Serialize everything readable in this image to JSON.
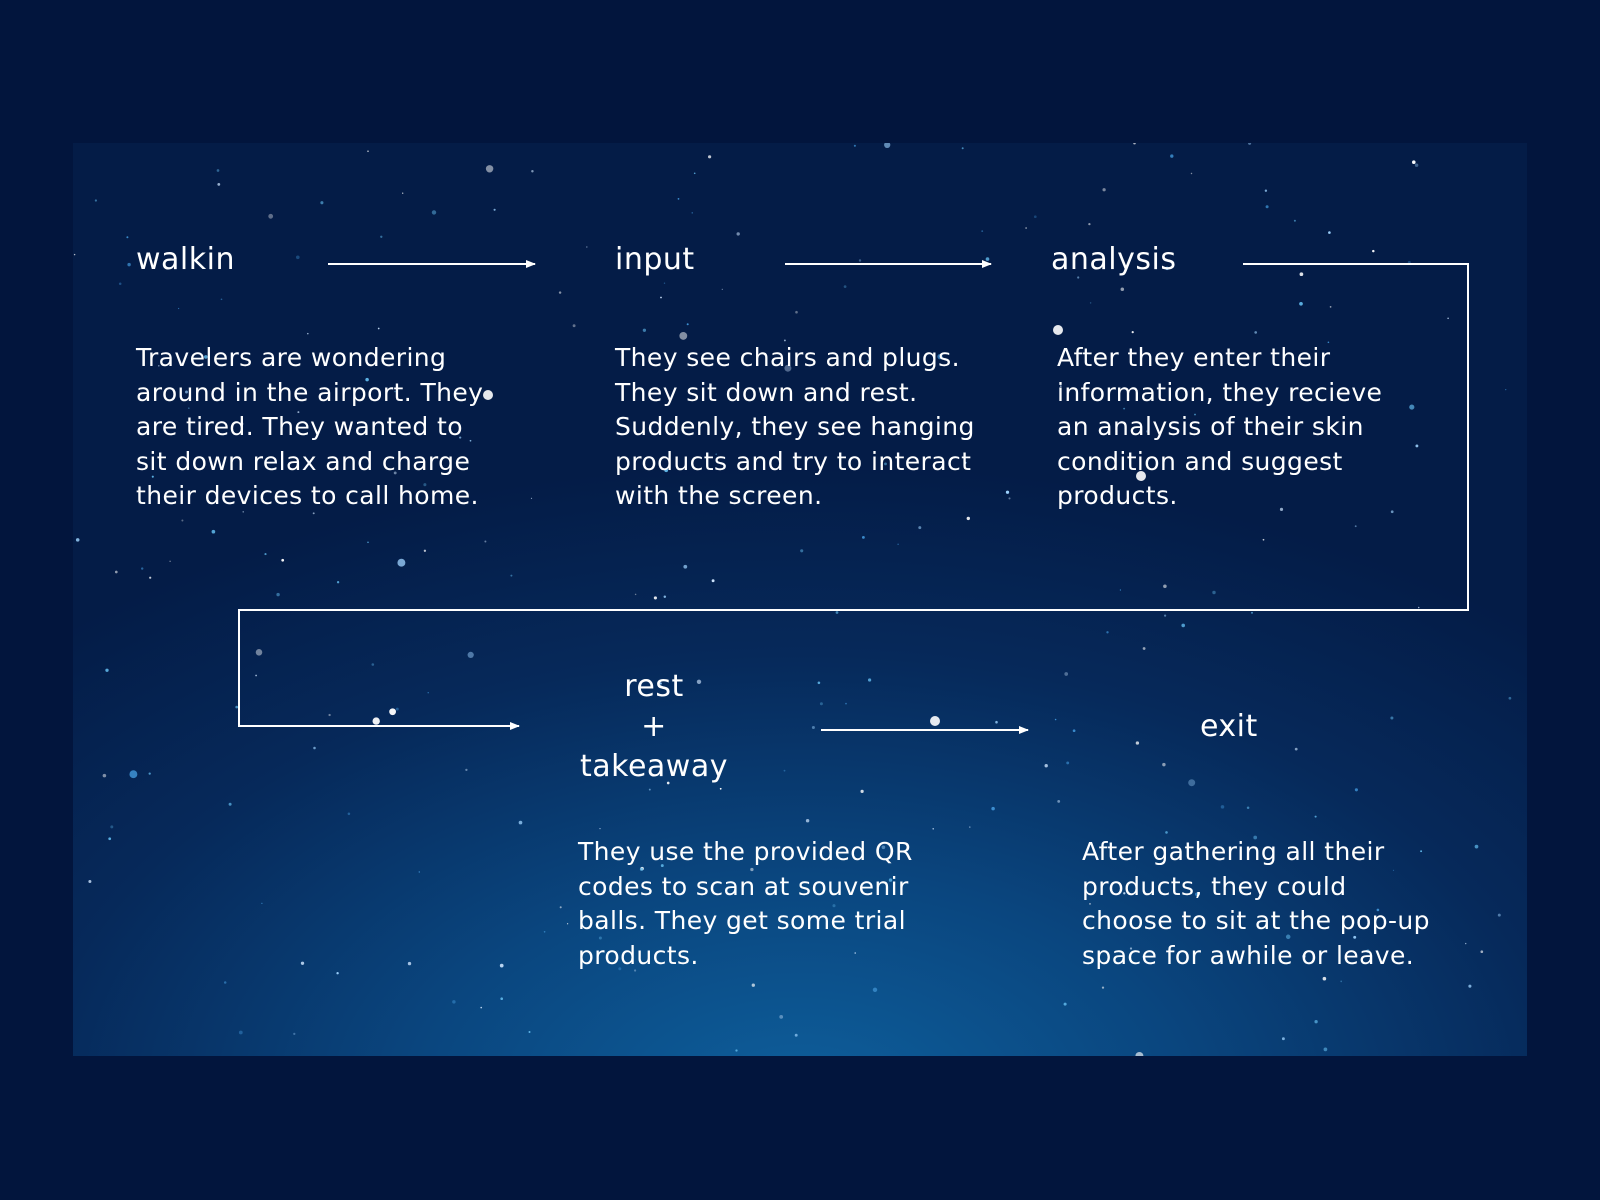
{
  "diagram": {
    "colors": {
      "page_background": "#02153d",
      "text": "#ffffff",
      "connector": "#ffffff"
    },
    "steps": [
      {
        "id": "walkin",
        "title": "walkin",
        "description": "Travelers are wondering around in the airport. They are tired. They wanted to sit down relax and charge their devices to call home."
      },
      {
        "id": "input",
        "title": "input",
        "description": "They see chairs and plugs. They sit down and rest. Suddenly, they see hanging products and try to interact with the screen."
      },
      {
        "id": "analysis",
        "title": "analysis",
        "description": "After they enter their information, they recieve an analysis of their skin condition and suggest products."
      },
      {
        "id": "rest-takeaway",
        "title_lines": [
          "rest",
          "+",
          "takeaway"
        ],
        "description": "They use the provided QR codes to scan at souvenir balls. They get some trial products."
      },
      {
        "id": "exit",
        "title": "exit",
        "description": "After gathering all their products, they could choose to sit at the pop-up space for awhile or leave."
      }
    ],
    "connections": [
      {
        "from": "walkin",
        "to": "input"
      },
      {
        "from": "input",
        "to": "analysis"
      },
      {
        "from": "analysis",
        "to": "rest-takeaway"
      },
      {
        "from": "rest-takeaway",
        "to": "exit"
      }
    ]
  }
}
